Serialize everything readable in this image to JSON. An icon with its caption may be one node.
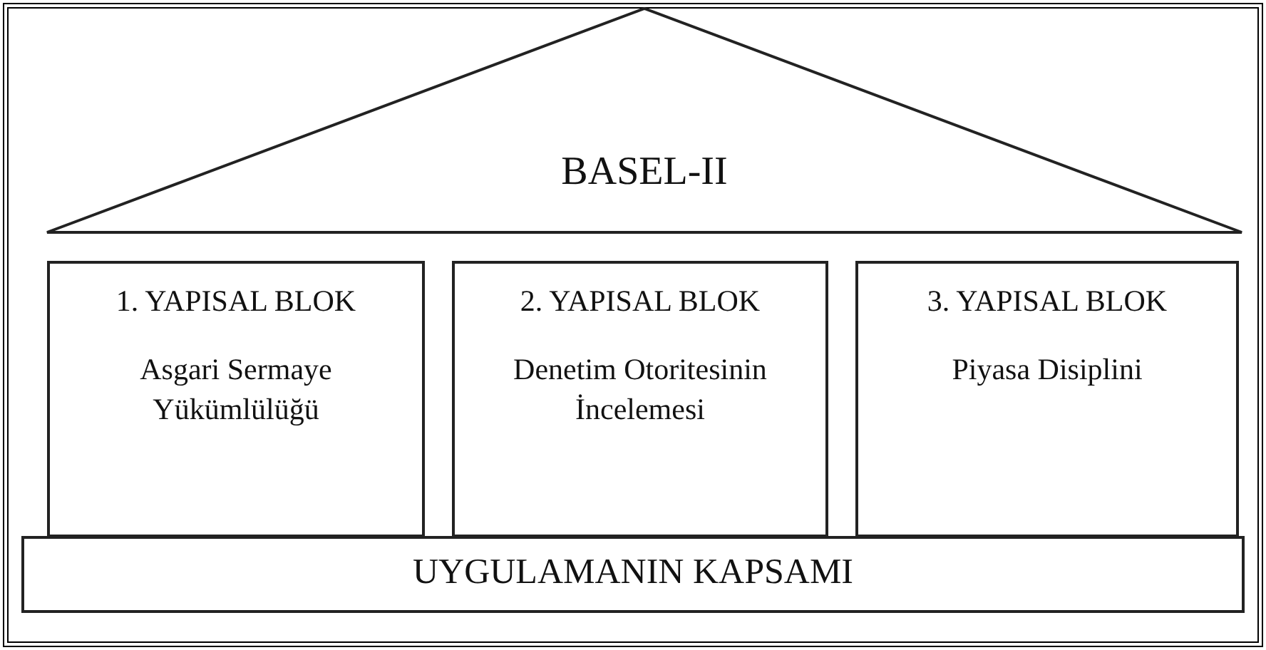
{
  "diagram": {
    "nodes": [
      {
        "text": [
          "BASEL-II"
        ]
      },
      {
        "text": [
          "1. YAPISAL BLOK",
          "Asgari Sermaye Yükümlülüğü"
        ]
      },
      {
        "text": [
          "2. YAPISAL BLOK",
          "Denetim Otoritesinin İncelemesi"
        ]
      },
      {
        "text": [
          "3. YAPISAL BLOK",
          "Piyasa Disiplini"
        ]
      },
      {
        "text": [
          "UYGULAMANIN KAPSAMI"
        ]
      }
    ],
    "edges": []
  }
}
